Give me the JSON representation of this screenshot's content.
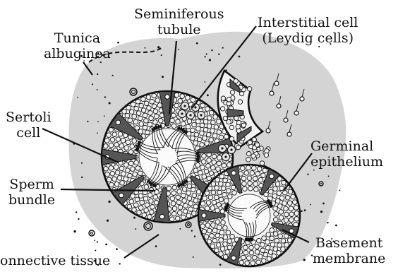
{
  "diagram": {
    "colors": {
      "tissue": "#d4d4d4",
      "cell_fill": "#f2f2f2",
      "sertoli_fill": "#555555",
      "outline": "#111111"
    },
    "labels": {
      "seminiferous_tubule": [
        "Seminiferous",
        "tubule"
      ],
      "interstitial_cell": [
        "Interstitial cell",
        "(Leydig cells)"
      ],
      "tunica_albuginea": [
        "Tunica",
        "albuginea"
      ],
      "sertoli_cell": [
        "Sertoli",
        "cell"
      ],
      "germinal_epithelium": [
        "Germinal",
        "epithelium"
      ],
      "sperm_bundle": [
        "Sperm",
        "bundle"
      ],
      "basement_membrane": [
        "Basement",
        "membrane"
      ],
      "connective_tissue": [
        "onnective tissue"
      ]
    }
  }
}
